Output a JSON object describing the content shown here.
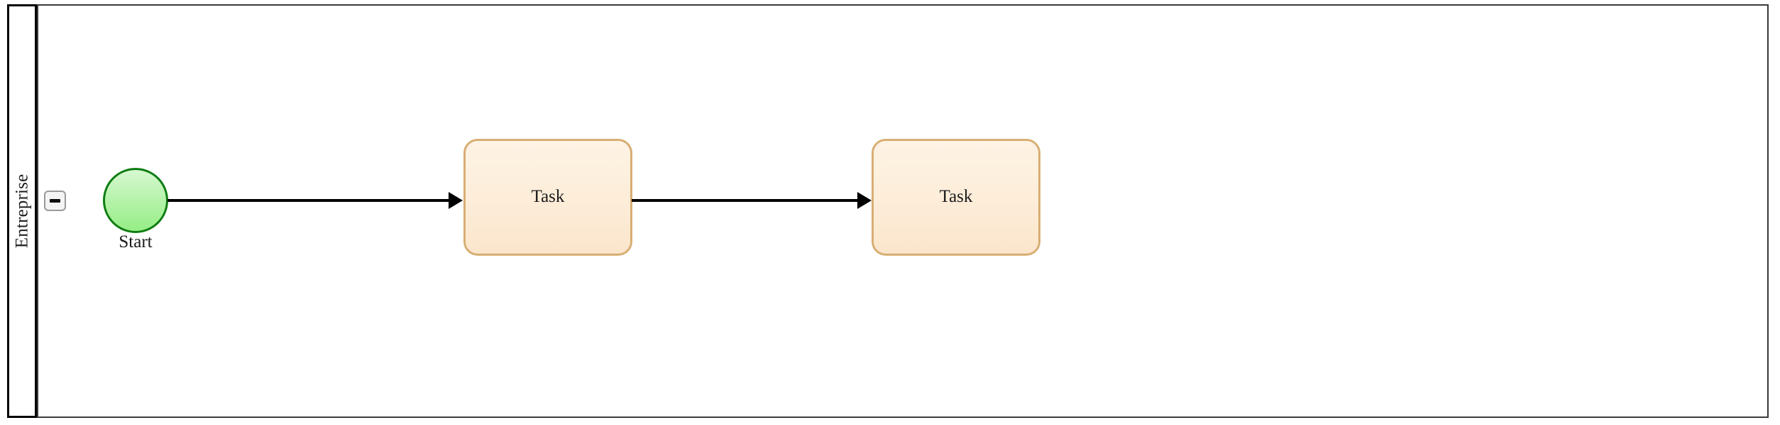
{
  "diagram": {
    "type": "bpmn-process",
    "pool": {
      "lane_label": "Entreprise",
      "collapse_button": {
        "icon": "minus-icon",
        "state": "expanded"
      }
    },
    "nodes": [
      {
        "id": "start-event",
        "type": "start-event",
        "label": "Start",
        "shape": "circle",
        "fill": "#b2f2a6",
        "stroke": "#0f7d12"
      },
      {
        "id": "task-1",
        "type": "task",
        "label": "Task",
        "shape": "rounded-rect",
        "fill": "#fdeedb",
        "stroke": "#d8ae74"
      },
      {
        "id": "task-2",
        "type": "task",
        "label": "Task",
        "shape": "rounded-rect",
        "fill": "#fdeedb",
        "stroke": "#d8ae74"
      }
    ],
    "flows": [
      {
        "id": "flow-1",
        "from": "start-event",
        "to": "task-1",
        "type": "sequence-flow"
      },
      {
        "id": "flow-2",
        "from": "task-1",
        "to": "task-2",
        "type": "sequence-flow"
      }
    ],
    "colors": {
      "canvas_background": "#ffffff",
      "lane_header_border": "#000000",
      "lane_body_border": "#3a3a3a",
      "flow_stroke": "#000000",
      "text": "#1a1a1a"
    }
  }
}
